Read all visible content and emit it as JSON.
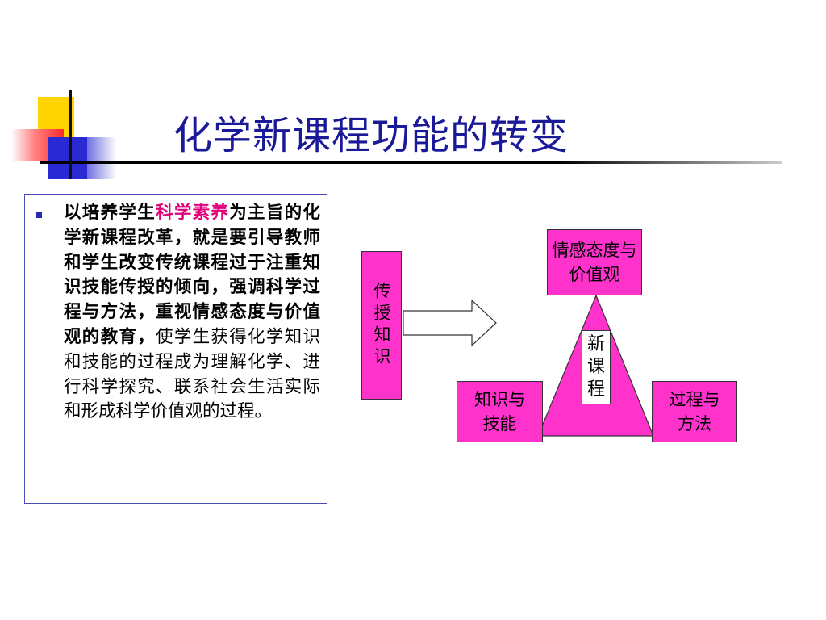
{
  "slide": {
    "title": "化学新课程功能的转变"
  },
  "text_panel": {
    "part_bold_1": "以培养学生",
    "highlight": "科学素养",
    "part_bold_2": "为主旨的化学新课程改革，就是要引导教师和学生改变传统课程过于注重知识技能传授的倾向，强调科学过程与方法，重视情感态度与价值观的教育，",
    "part_normal": "使学生获得化学知识和技能的过程成为理解化学、进行科学探究、联系社会生活实际和形成科学价值观的过程。"
  },
  "diagram": {
    "vertical_box": "传授知识",
    "top_box": "情感态度与价值观",
    "left_box_line1": "知识与",
    "left_box_line2": "技能",
    "right_box_line1": "过程与",
    "right_box_line2": "方法",
    "core_char1": "新",
    "core_char2": "课",
    "core_char3": "程",
    "colors": {
      "box_fill": "#ff33cc",
      "triangle_fill": "#ff33cc",
      "title_color": "#1a1a99",
      "highlight_color": "#e0007a"
    }
  }
}
